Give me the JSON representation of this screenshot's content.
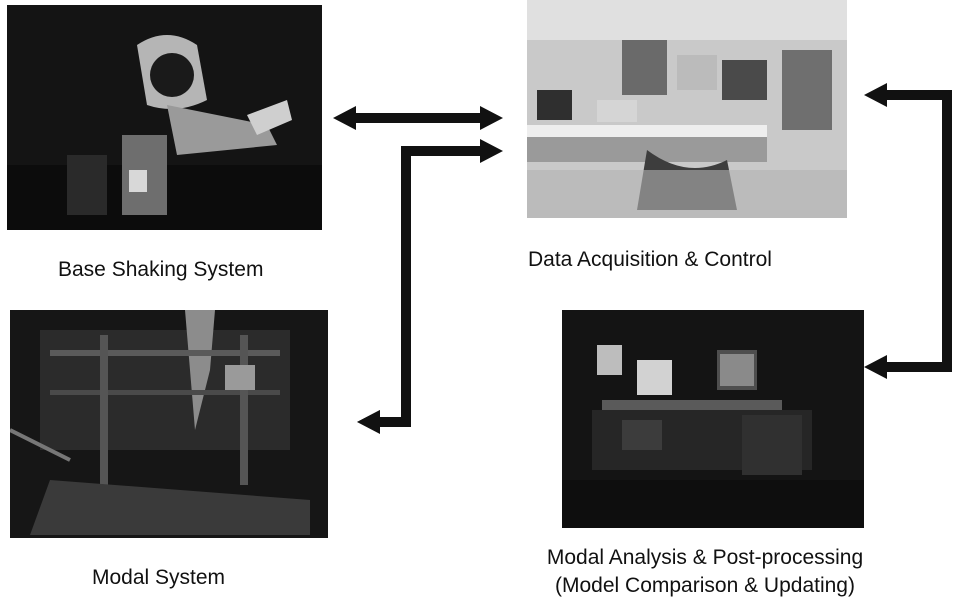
{
  "nodes": {
    "base_shaking": {
      "label": "Base Shaking System"
    },
    "modal_system": {
      "label": "Modal System"
    },
    "data_acquisition": {
      "label": "Data Acquisition & Control"
    },
    "modal_analysis": {
      "label_line1": "Modal Analysis & Post-processing",
      "label_line2": "(Model Comparison & Updating)"
    }
  },
  "colors": {
    "arrow": "#111111",
    "background": "#ffffff"
  }
}
